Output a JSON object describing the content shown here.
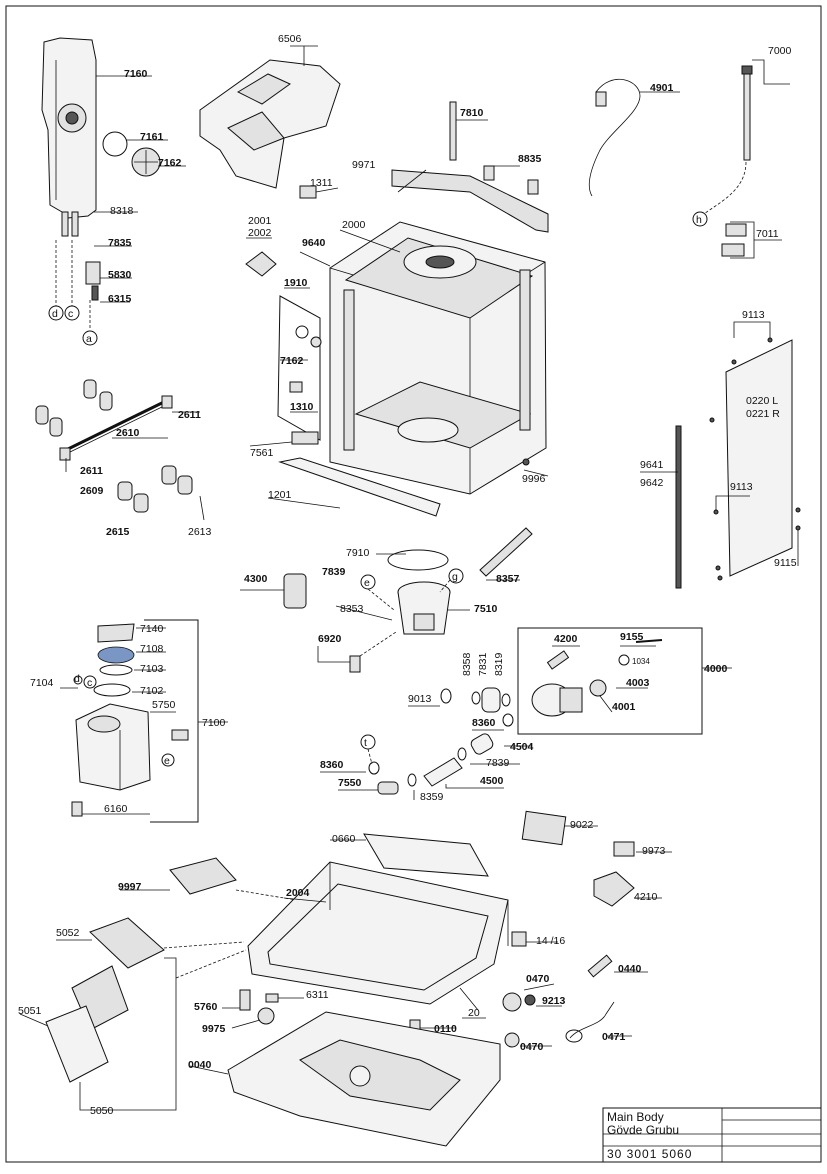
{
  "labels": {
    "l6506": "6506",
    "l7160": "7160",
    "l7161": "7161",
    "l7162a": "7162",
    "l8318": "8318",
    "l7835": "7835",
    "l5830": "5830",
    "l6315": "6315",
    "ld": "d",
    "lc": "c",
    "la": "a",
    "l7810": "7810",
    "l8835": "8835",
    "l9971": "9971",
    "l1311": "1311",
    "l2000": "2000",
    "l2001": "2001",
    "l2002": "2002",
    "l9640": "9640",
    "l1910": "1910",
    "l7162b": "7162",
    "l1310": "1310",
    "l7561": "7561",
    "l1201": "1201",
    "l9996": "9996",
    "l4901": "4901",
    "l7000": "7000",
    "lh": "h",
    "l7011": "7011",
    "l9113a": "9113",
    "l0220": "0220 L",
    "l0221": "0221 R",
    "l9641": "9641",
    "l9642": "9642",
    "l9113b": "9113",
    "l9115": "9115",
    "l2611a": "2611",
    "l2610": "2610",
    "l2611b": "2611",
    "l2609": "2609",
    "l2615": "2615",
    "l2613": "2613",
    "l7910": "7910",
    "l7839a": "7839",
    "le1": "e",
    "lg": "g",
    "l8357": "8357",
    "l4300": "4300",
    "l8353": "8353",
    "l7510": "7510",
    "l6920": "6920",
    "l7140": "7140",
    "l7108": "7108",
    "l7103": "7103",
    "l7104": "7104",
    "ld2": "d",
    "lc2": "c",
    "l7102": "7102",
    "l5750": "5750",
    "l7100": "7100",
    "le2": "e",
    "l6160": "6160",
    "l4200": "4200",
    "l9155": "9155",
    "l1034": "1034",
    "l4003": "4003",
    "l4000": "4000",
    "l4001": "4001",
    "l8358": "8358",
    "l7831": "7831",
    "l8319": "8319",
    "l9013": "9013",
    "l8360a": "8360",
    "l4504": "4504",
    "l7839b": "7839",
    "lt": "t",
    "l8360b": "8360",
    "l7550": "7550",
    "l8359": "8359",
    "l4500": "4500",
    "l0660": "0660",
    "l9022": "9022",
    "l9973": "9973",
    "l4210": "4210",
    "l9997": "9997",
    "l2004": "2004",
    "l5052": "5052",
    "l1416": "14 /16",
    "l0470a": "0470",
    "l0440": "0440",
    "l9213": "9213",
    "l6311": "6311",
    "l5760": "5760",
    "l20": "20",
    "l5051": "5051",
    "l9975": "9975",
    "l0110": "0110",
    "l0470b": "0470",
    "l0471": "0471",
    "l0040": "0040",
    "l5050": "5050"
  },
  "title_block": {
    "title_en": "Main Body",
    "title_tr": "Gövde Grubu",
    "drawing_no": "30 3001 5060"
  }
}
